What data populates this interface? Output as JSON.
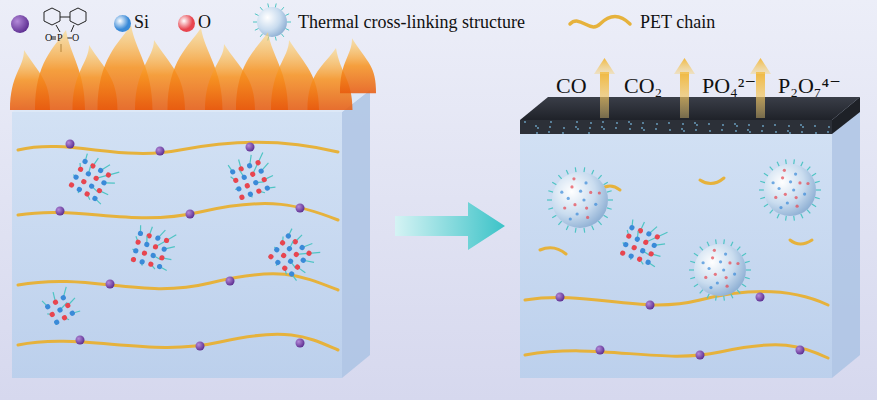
{
  "diagram": {
    "labels": [
      "O",
      "P",
      "O",
      "CO",
      "CO₂",
      "PO₄²⁻",
      "P₂O₇⁴⁻"
    ],
    "legend": [
      {
        "text": "Si",
        "color": "#3a8ad8"
      },
      {
        "text": "O",
        "color": "#e8454f"
      },
      {
        "text": "Thermal cross-linking structure"
      },
      {
        "text": "PET chain"
      }
    ]
  }
}
